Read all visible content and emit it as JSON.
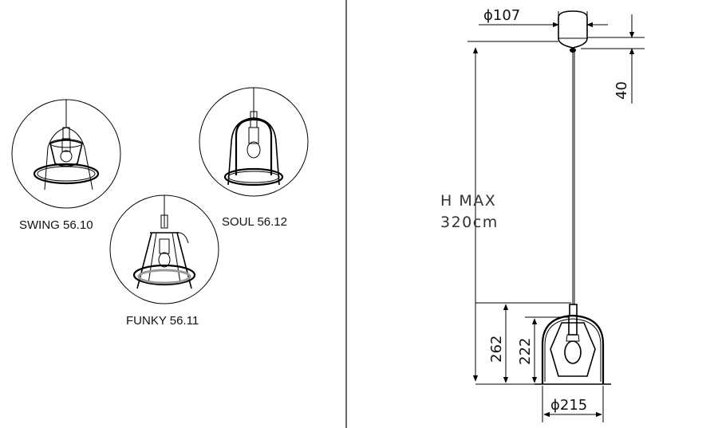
{
  "models": [
    {
      "id": "swing",
      "label": "SWING 56.10"
    },
    {
      "id": "funky",
      "label": "FUNKY 56.11"
    },
    {
      "id": "soul",
      "label": "SOUL 56.12"
    }
  ],
  "dimensions": {
    "canopy_diameter": "ϕ107",
    "canopy_height": "40",
    "height_max_line1": "H MAX",
    "height_max_line2": "320cm",
    "total_height": "262",
    "shade_height": "222",
    "shade_diameter": "ϕ215"
  }
}
